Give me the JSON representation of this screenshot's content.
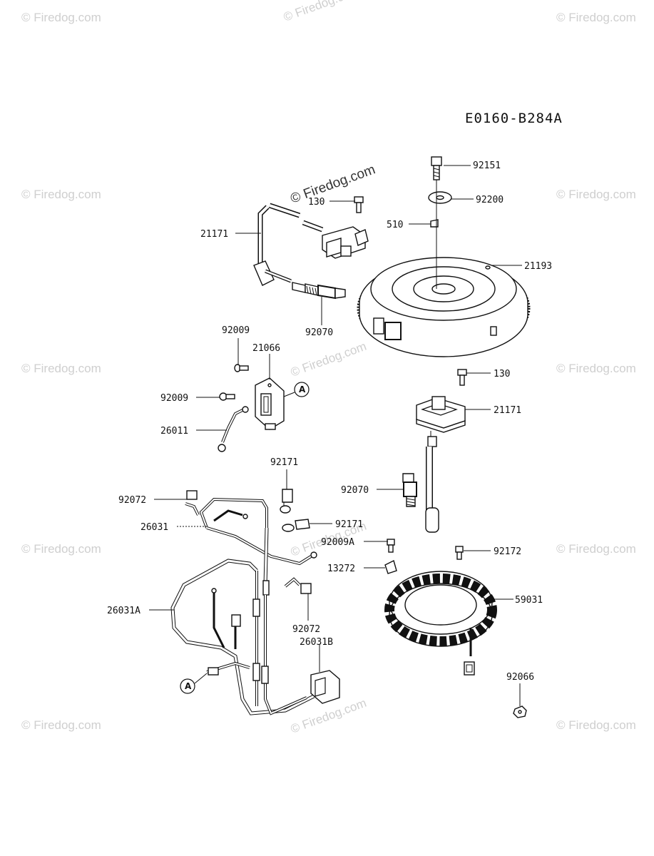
{
  "diagram_code": "E0160-B284A",
  "watermark": "© Firedog.com",
  "reference_marker": "A",
  "parts": {
    "p92151": "92151",
    "p92200": "92200",
    "p510": "510",
    "p130_top": "130",
    "p21171_top": "21171",
    "p21193": "21193",
    "p92070_top": "92070",
    "p92009_top": "92009",
    "p21066": "21066",
    "p92009_mid": "92009",
    "p26011": "26011",
    "p130_mid": "130",
    "p21171_mid": "21171",
    "p92171_top": "92171",
    "p92072_top": "92072",
    "p26031": "26031",
    "p92171_mid": "92171",
    "p92070_mid": "92070",
    "p92009A": "92009A",
    "p92172": "92172",
    "p13272": "13272",
    "p59031": "59031",
    "p26031A": "26031A",
    "p92072_bot": "92072",
    "p26031B": "26031B",
    "p92066": "92066"
  }
}
